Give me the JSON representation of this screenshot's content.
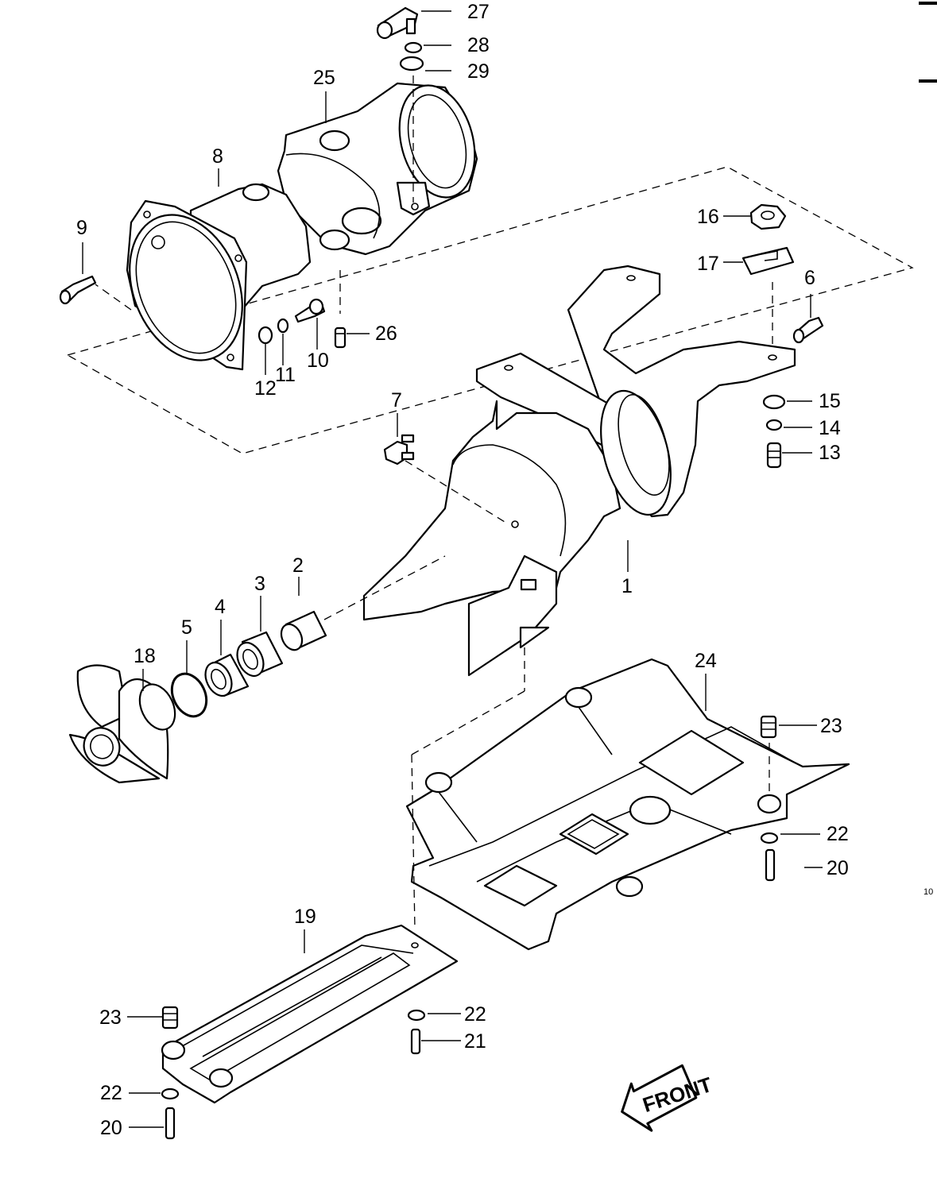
{
  "diagram": {
    "labels": {
      "p1": "1",
      "p2": "2",
      "p3": "3",
      "p4": "4",
      "p5": "5",
      "p6": "6",
      "p7": "7",
      "p8": "8",
      "p9": "9",
      "p10": "10",
      "p11": "11",
      "p12": "12",
      "p13": "13",
      "p14": "14",
      "p15": "15",
      "p16": "16",
      "p17": "17",
      "p18": "18",
      "p19": "19",
      "p20a": "20",
      "p20b": "20",
      "p21": "21",
      "p22a": "22",
      "p22b": "22",
      "p22c": "22",
      "p23a": "23",
      "p23b": "23",
      "p24": "24",
      "p25": "25",
      "p26": "26",
      "p27": "27",
      "p28": "28",
      "p29": "29"
    },
    "front_arrow": "FRONT",
    "page_code": "10"
  }
}
